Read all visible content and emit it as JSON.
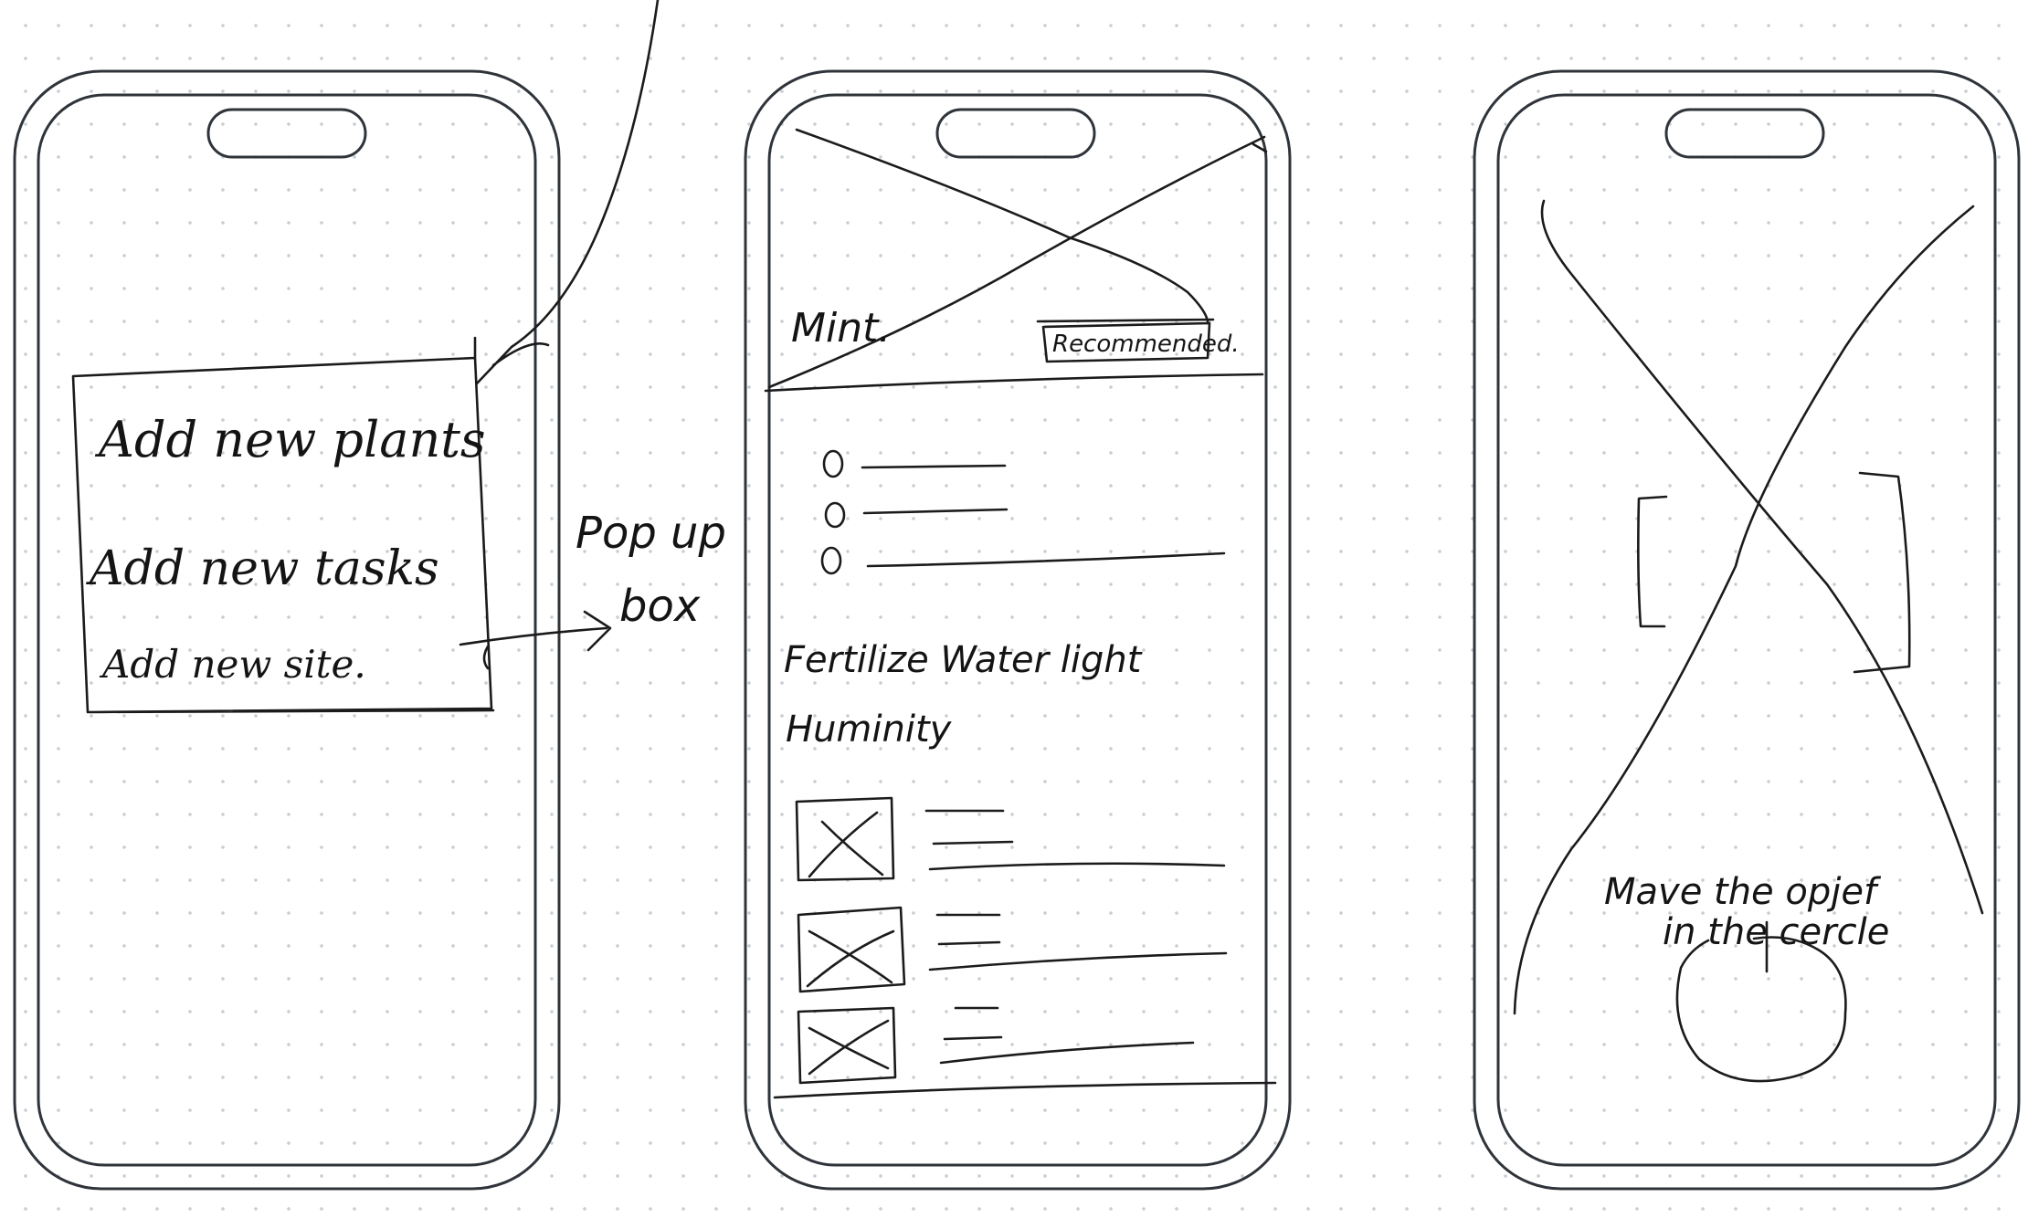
{
  "screens": [
    {
      "popup": {
        "items": [
          "Add new plants",
          "Add new tasks",
          "Add new site."
        ]
      },
      "annotation": {
        "line1": "Pop up",
        "line2": "box"
      }
    },
    {
      "header": {
        "title": "Mint.",
        "badge": "Recommended."
      },
      "care_tags": {
        "line1": "Fertilize  Water  light",
        "line2": "Huminity"
      }
    },
    {
      "instruction": {
        "line1": "Mave the opjef",
        "line2": "in the cercle"
      }
    }
  ]
}
